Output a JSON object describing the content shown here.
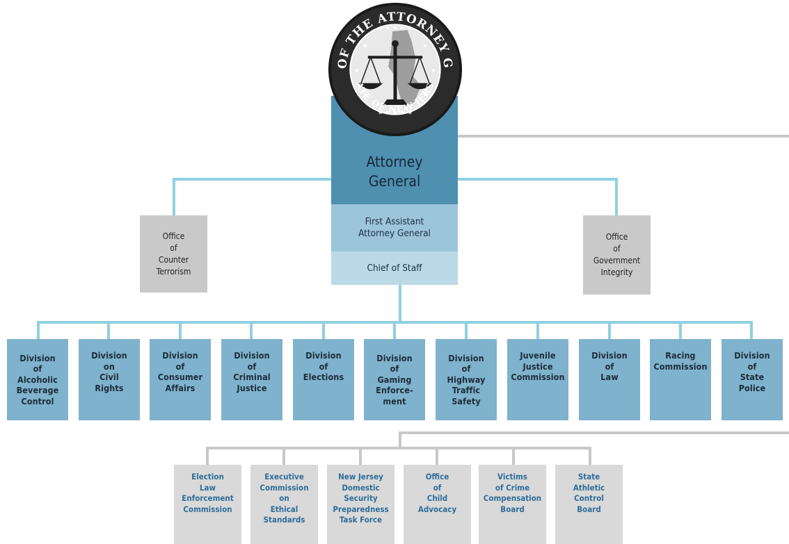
{
  "seal": {
    "top_text": "OFFICE OF THE ATTORNEY GENERAL",
    "bottom_text": "STATE OF NEW JERSEY"
  },
  "attorney_general": "Attorney\nGeneral",
  "first_assistant": "First Assistant\nAttorney General",
  "chief_of_staff": "Chief of Staff",
  "offices": {
    "counter_terrorism": "Office\nof\nCounter\nTerrorism",
    "government_integrity": "Office\nof\nGovernment\nIntegrity"
  },
  "divisions": [
    "Division\nof\nAlcoholic\nBeverage\nControl",
    "Division\non\nCivil\nRights",
    "Division\nof\nConsumer\nAffairs",
    "Division\nof\nCriminal\nJustice",
    "Division\nof\nElections",
    "Division\nof\nGaming\nEnforce-\nment",
    "Division\nof\nHighway\nTraffic\nSafety",
    "Juvenile\nJustice\nCommission",
    "Division\nof\nLaw",
    "Racing\nCommission",
    "Division\nof\nState\nPolice"
  ],
  "sub_units": [
    "Election\nLaw\nEnforcement\nCommission",
    "Executive\nCommission\non\nEthical\nStandards",
    "New Jersey\nDomestic\nSecurity\nPreparedness\nTask Force",
    "Office\nof\nChild\nAdvocacy",
    "Victims\nof Crime\nCompensation\nBoard",
    "State\nAthletic\nControl\nBoard"
  ],
  "colors": {
    "blue_line": "#8fd0e0",
    "gray_line": "#c8c8c8",
    "ag_box": "#4f8fb0",
    "division_box": "#7fb2cc",
    "office_box": "#c9c9c9",
    "sub_box": "#d9d9d9",
    "sub_text": "#2f6d99"
  }
}
